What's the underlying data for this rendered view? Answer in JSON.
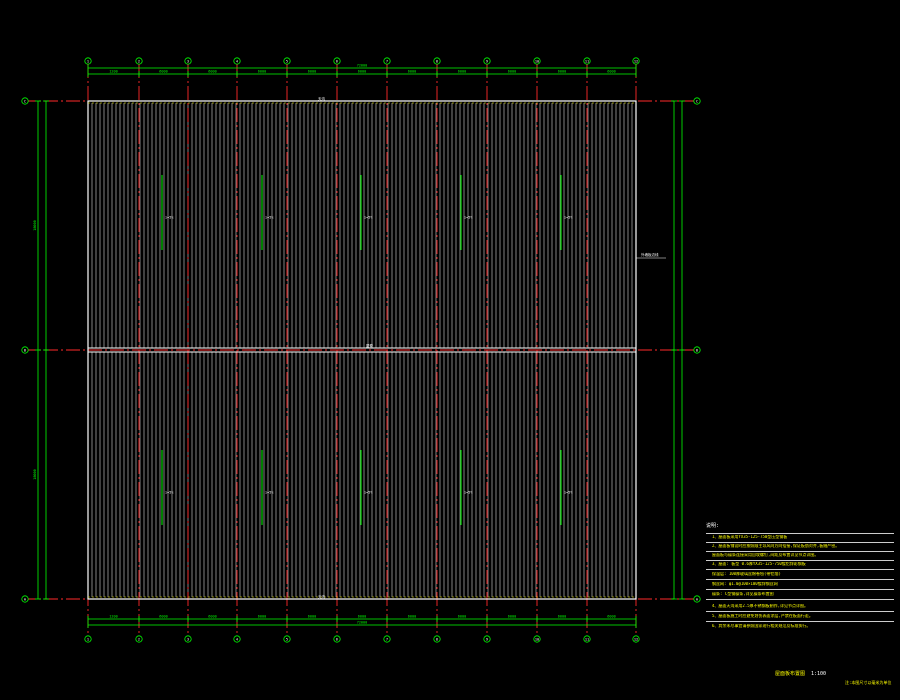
{
  "drawing": {
    "colors": {
      "background": "#000000",
      "grid_line": "#ff2a2a",
      "dimension": "#00ff00",
      "panel_line": "#ffffff",
      "text": "#ffff00",
      "frame": "#ffffff"
    },
    "axes_top": [
      "1",
      "2",
      "3",
      "4",
      "5",
      "6",
      "7",
      "8",
      "9",
      "10",
      "11",
      "12"
    ],
    "axes_left": [
      "C",
      "B",
      "A"
    ],
    "top_dimensions": [
      "1200",
      "6000",
      "6000",
      "6000",
      "6000",
      "6000",
      "6000",
      "6000",
      "6000",
      "6000",
      "6000",
      "1200"
    ],
    "top_total": "72000",
    "bottom_dimensions": [
      "1200",
      "6000",
      "6000",
      "6000",
      "6000",
      "6000",
      "6000",
      "6000",
      "6000",
      "6000",
      "6000",
      "1200"
    ],
    "bottom_total": "72000",
    "left_dimensions": [
      "18000",
      "18000"
    ],
    "span_labels": [
      "i=5%",
      "i=5%",
      "i=5%",
      "i=5%",
      "i=5%"
    ],
    "ridge_label": "屋脊",
    "gutter_label": "天沟",
    "side_label": "外墙板边线"
  },
  "notes": {
    "heading": "说明:",
    "items": [
      "1、屋面板采用YX35-125-750型压型钢板",
      "2、屋面板铺设时应按照顺主导风向方向搭接,保证板肋对齐,板缝严密。",
      "   屋面板与檩条连接采用自攻螺钉,间距及布置详见节点详图。",
      "3、屋面:  板型   0.6厚YX35-125-750镀铝锌彩钢板",
      "   保温层:  100厚玻璃丝棉卷毡(带铝箔)",
      "   钢丝网:  φ1.0@100×100镀锌钢丝网",
      "   檩条:    C型钢檩条,详见檩条布置图",
      "4、屋面天沟采用2.5厚不锈钢板制作,详见节点详图。",
      "5、屋面板施工时应避免划伤表面涂层,严禁在板面行走。",
      "6、其余未尽事宜请参照国家现行相关规范及标准执行。"
    ]
  },
  "title": {
    "name": "屋面板布置图",
    "scale": "1:100"
  },
  "corner_note": "注:本图尺寸以毫米为单位"
}
